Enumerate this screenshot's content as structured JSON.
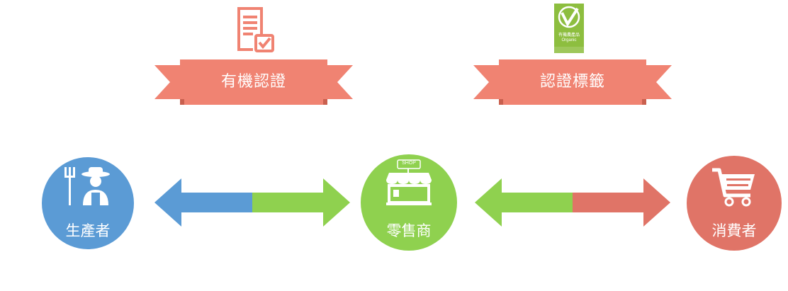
{
  "top": {
    "certification": {
      "label": "有機認證"
    },
    "label_tag": {
      "label": "認證標籤",
      "logo_text": "有機農產品",
      "logo_sub": "Organic"
    }
  },
  "nodes": {
    "producer": {
      "label": "生產者"
    },
    "retailer": {
      "label": "零售商",
      "sign": "SHOP"
    },
    "consumer": {
      "label": "消費者"
    }
  },
  "colors": {
    "salmon": "#F08372",
    "blue": "#5B9BD5",
    "green": "#8FD14F",
    "red": "#E07467"
  }
}
